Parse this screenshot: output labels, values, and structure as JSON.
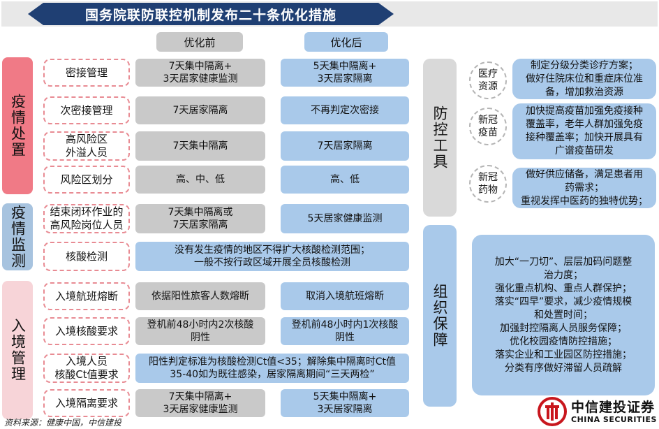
{
  "title": "国务院联防联控机制发布二十条优化措施",
  "headers": {
    "before": "优化前",
    "after": "优化后"
  },
  "categories": [
    "疫情处置",
    "疫情监测",
    "入境管理"
  ],
  "rows": [
    {
      "item": "密接管理",
      "before": "7天集中隔离+\n3天居家健康监测",
      "after": "5天集中隔离+\n3天居家隔离"
    },
    {
      "item": "次密接管理",
      "before": "7天居家隔离",
      "after": "不再判定次密接"
    },
    {
      "item": "高风险区\n外溢人员",
      "before": "7天集中隔离",
      "after": "7天居家隔离"
    },
    {
      "item": "风险区划分",
      "before": "高、中、低",
      "after": "高、低"
    },
    {
      "item": "结束闭环作业的\n高风险岗位人员",
      "before": "7天集中隔离或\n7天居家隔离",
      "after": "5天居家健康监测"
    },
    {
      "item": "核酸检测",
      "merged": "没有发生疫情的地区不得扩大核酸检测范围；\n一般不按行政区域开展全员核酸检测"
    },
    {
      "item": "入境航班熔断",
      "before": "依据阳性旅客人数熔断",
      "after": "取消入境航班熔断"
    },
    {
      "item": "入境核酸要求",
      "before": "登机前48小时内2次核酸\n阴性",
      "after": "登机前48小时内1次核酸\n阴性"
    },
    {
      "item": "入境人员\n核酸Ct值要求",
      "merged": "阳性判定标准为核酸检测Ct值<35；解除集中隔离时Ct值\n35-40如为既往感染，居家隔离期间“三天两检”"
    },
    {
      "item": "入境隔离要求",
      "before": "7天集中隔离+\n3天居家健康监测",
      "after": "5天集中隔离+\n3天居家隔离"
    }
  ],
  "side": {
    "tools_label": "防控工具",
    "org_label": "组织保障",
    "tools": [
      {
        "label": "医疗\n资源",
        "text": "制定分级分类诊疗方案；\n做好住院床位和重症床位准\n备，增加救治资源"
      },
      {
        "label": "新冠\n疫苗",
        "text": "加快提高疫苗加强免疫接种\n覆盖率，老年人群加强免疫\n接种覆盖率；加快开展具有\n广谱疫苗研发"
      },
      {
        "label": "新冠\n药物",
        "text": "做好供应储备，满足患者用\n药需求；\n重视发挥中医药的独特优势；"
      }
    ],
    "org_text": "加大“一刀切”、层层加码问题整\n治力度；\n强化重点机构、重点人群保护；\n落实“四早”要求，减少疫情规模\n和处置时间；\n加强封控隔离人员服务保障；\n优化校园疫情防控措施；\n落实企业和工业园区防控措施；\n分类有序做好滞留人员疏解"
  },
  "source": "资料来源：健康中国，中信建投",
  "logo": {
    "name": "中信建投证券",
    "en": "CHINA SECURITIES"
  },
  "colors": {
    "title_bg": "#1f3f73",
    "red": "#f07a86",
    "blue": "#a9c9ea",
    "gray": "#c9c9c9",
    "pink": "#f7d4d8"
  }
}
